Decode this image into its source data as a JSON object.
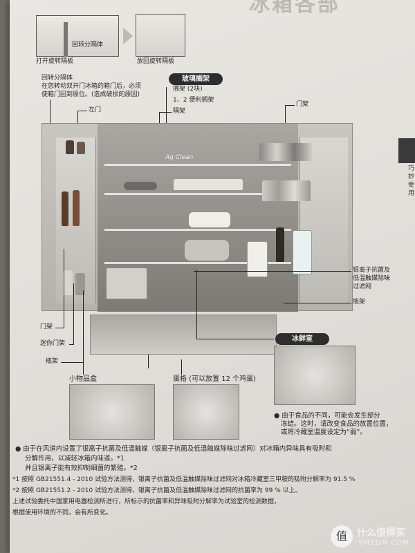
{
  "diagram_top": {
    "open_label": "打开旋转隔板",
    "pivot_label": "回转分隔体",
    "return_label": "放回旋转隔板"
  },
  "callout_left": {
    "title": "回转分隔体",
    "text1": "在您转动双开门冰箱的箱门后，必须",
    "text2": "使箱门回到原位。(造成破损的原因)"
  },
  "labels": {
    "left_door": "左门",
    "glass_shelf": "玻璃搁架",
    "shelf_count": "搁架 (2块)",
    "convenient_shelf": "1、2 便利搁架",
    "partition_shelf": "隔架",
    "door_rack_right": "门架",
    "ag_clean": "Ag Clean",
    "silver_ion_1": "银离子抗菌及",
    "silver_ion_2": "低温触媒除味",
    "silver_ion_3": "过滤网",
    "bottle_rack_right": "瓶架",
    "door_rack_left": "门架",
    "mini_door_rack": "迷你门架",
    "bottle_rack_left": "瓶架",
    "fresh_room": "冰鲜室",
    "small_box": "小物品盒",
    "egg_tray": "蛋格 (可以放置 12 个鸡蛋)"
  },
  "fresh_note": {
    "line1": "● 由于食品的不同，可能会发生部分",
    "line2": "冻结。这时，请改变食品的放置位置，",
    "line3": "或将冷藏室温度设定为“弱”。"
  },
  "notes": {
    "line1": "● 由于在风道内设置了银离子抗菌及低温触媒（银离子抗菌及低温触媒除味过滤网）对冰箱内异味具有吸附和",
    "line2": "分解作用，以减轻冰箱内味道。*1",
    "line3": "并且银离子能有效抑制细菌的繁殖。*2",
    "line4": "*1 按照 GB21551.4 - 2010 试验方法测得，银离子抗菌及低温触媒除味过滤网对冰箱冷藏室三甲胺的吸附分解率为 91.5 %",
    "line5": "*2 按照 GB21551.2 - 2010 试验方法测得，银离子抗菌及低温触媒除味过滤网的抗菌率为 99 % 以上。",
    "line6": "上述试验委托中国家用电器检测所进行，所标示的抗菌率和异味吸附分解率为试验室的检测数据，",
    "line7": "根据使用环境的不同，会有所变化。"
  },
  "side_tab": {
    "c1": "巧",
    "c2": "妙",
    "c3": "使",
    "c4": "用"
  },
  "watermark": {
    "icon": "值",
    "text": "什么值得买",
    "site": "SMZDM.COM"
  },
  "header_fragment": "冰箱各部"
}
